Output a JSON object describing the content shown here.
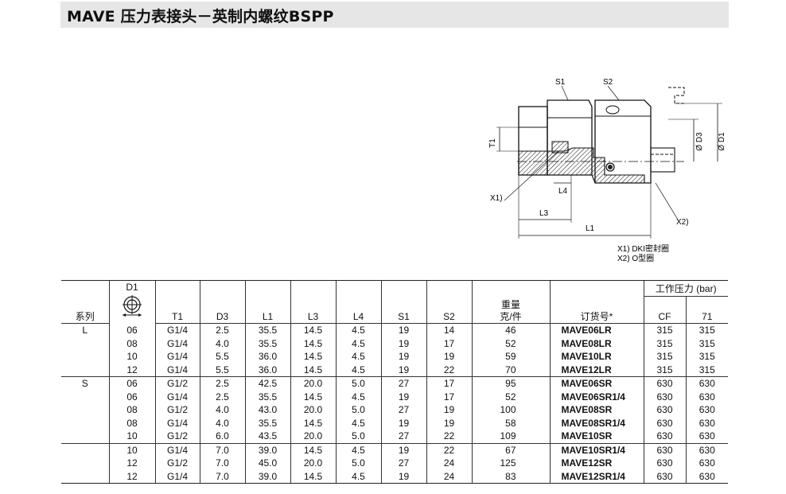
{
  "title": "MAVE  压力表接头－英制内螺纹BSPP",
  "drawing": {
    "labels": {
      "s1": "S1",
      "s2": "S2",
      "t1": "T1",
      "d3": "Ø D3",
      "d1": "Ø D1",
      "x1": "X1)",
      "x2": "X2)",
      "l1": "L1",
      "l3": "L3",
      "l4": "L4"
    },
    "notes": [
      "X1) DKI密封圈",
      "X2) O型圈"
    ]
  },
  "table": {
    "headers": {
      "d1": "D1",
      "series": "系列",
      "t1": "T1",
      "d3": "D3",
      "l1": "L1",
      "l3": "L3",
      "l4": "L4",
      "s1": "S1",
      "s2": "S2",
      "weight_top": "重量",
      "weight_bottom": "克/件",
      "order": "订货号*",
      "pressure": "工作压力 (bar)",
      "cf": "CF",
      "p71": "71"
    },
    "groups": [
      {
        "series": "L",
        "rows": [
          {
            "d1": "06",
            "t1": "G1/4",
            "d3": "2.5",
            "l1": "35.5",
            "l3": "14.5",
            "l4": "4.5",
            "s1": "19",
            "s2": "14",
            "wt": "46",
            "pn": "MAVE06LR",
            "cf": "315",
            "p71": "315"
          },
          {
            "d1": "08",
            "t1": "G1/4",
            "d3": "4.0",
            "l1": "35.5",
            "l3": "14.5",
            "l4": "4.5",
            "s1": "19",
            "s2": "17",
            "wt": "52",
            "pn": "MAVE08LR",
            "cf": "315",
            "p71": "315"
          },
          {
            "d1": "10",
            "t1": "G1/4",
            "d3": "5.5",
            "l1": "36.0",
            "l3": "14.5",
            "l4": "4.5",
            "s1": "19",
            "s2": "19",
            "wt": "59",
            "pn": "MAVE10LR",
            "cf": "315",
            "p71": "315"
          },
          {
            "d1": "12",
            "t1": "G1/4",
            "d3": "5.5",
            "l1": "36.0",
            "l3": "14.5",
            "l4": "4.5",
            "s1": "19",
            "s2": "22",
            "wt": "70",
            "pn": "MAVE12LR",
            "cf": "315",
            "p71": "315"
          }
        ]
      },
      {
        "series": "S",
        "rows": [
          {
            "d1": "06",
            "t1": "G1/2",
            "d3": "2.5",
            "l1": "42.5",
            "l3": "20.0",
            "l4": "5.0",
            "s1": "27",
            "s2": "17",
            "wt": "95",
            "pn": "MAVE06SR",
            "cf": "630",
            "p71": "630"
          },
          {
            "d1": "06",
            "t1": "G1/4",
            "d3": "2.5",
            "l1": "35.5",
            "l3": "14.5",
            "l4": "4.5",
            "s1": "19",
            "s2": "17",
            "wt": "52",
            "pn": "MAVE06SR1/4",
            "cf": "630",
            "p71": "630"
          },
          {
            "d1": "08",
            "t1": "G1/2",
            "d3": "4.0",
            "l1": "43.0",
            "l3": "20.0",
            "l4": "5.0",
            "s1": "27",
            "s2": "19",
            "wt": "100",
            "pn": "MAVE08SR",
            "cf": "630",
            "p71": "630"
          },
          {
            "d1": "08",
            "t1": "G1/4",
            "d3": "4.0",
            "l1": "35.5",
            "l3": "14.5",
            "l4": "4.5",
            "s1": "19",
            "s2": "19",
            "wt": "58",
            "pn": "MAVE08SR1/4",
            "cf": "630",
            "p71": "630"
          },
          {
            "d1": "10",
            "t1": "G1/2",
            "d3": "6.0",
            "l1": "43.5",
            "l3": "20.0",
            "l4": "5.0",
            "s1": "27",
            "s2": "22",
            "wt": "109",
            "pn": "MAVE10SR",
            "cf": "630",
            "p71": "630"
          }
        ]
      },
      {
        "series": "",
        "rows": [
          {
            "d1": "10",
            "t1": "G1/4",
            "d3": "7.0",
            "l1": "39.0",
            "l3": "14.5",
            "l4": "4.5",
            "s1": "19",
            "s2": "22",
            "wt": "67",
            "pn": "MAVE10SR1/4",
            "cf": "630",
            "p71": "630"
          },
          {
            "d1": "12",
            "t1": "G1/2",
            "d3": "7.0",
            "l1": "45.0",
            "l3": "20.0",
            "l4": "5.0",
            "s1": "27",
            "s2": "24",
            "wt": "125",
            "pn": "MAVE12SR",
            "cf": "630",
            "p71": "630"
          },
          {
            "d1": "12",
            "t1": "G1/4",
            "d3": "7.0",
            "l1": "39.0",
            "l3": "14.5",
            "l4": "4.5",
            "s1": "19",
            "s2": "24",
            "wt": "83",
            "pn": "MAVE12SR1/4",
            "cf": "630",
            "p71": "630"
          }
        ]
      }
    ]
  }
}
